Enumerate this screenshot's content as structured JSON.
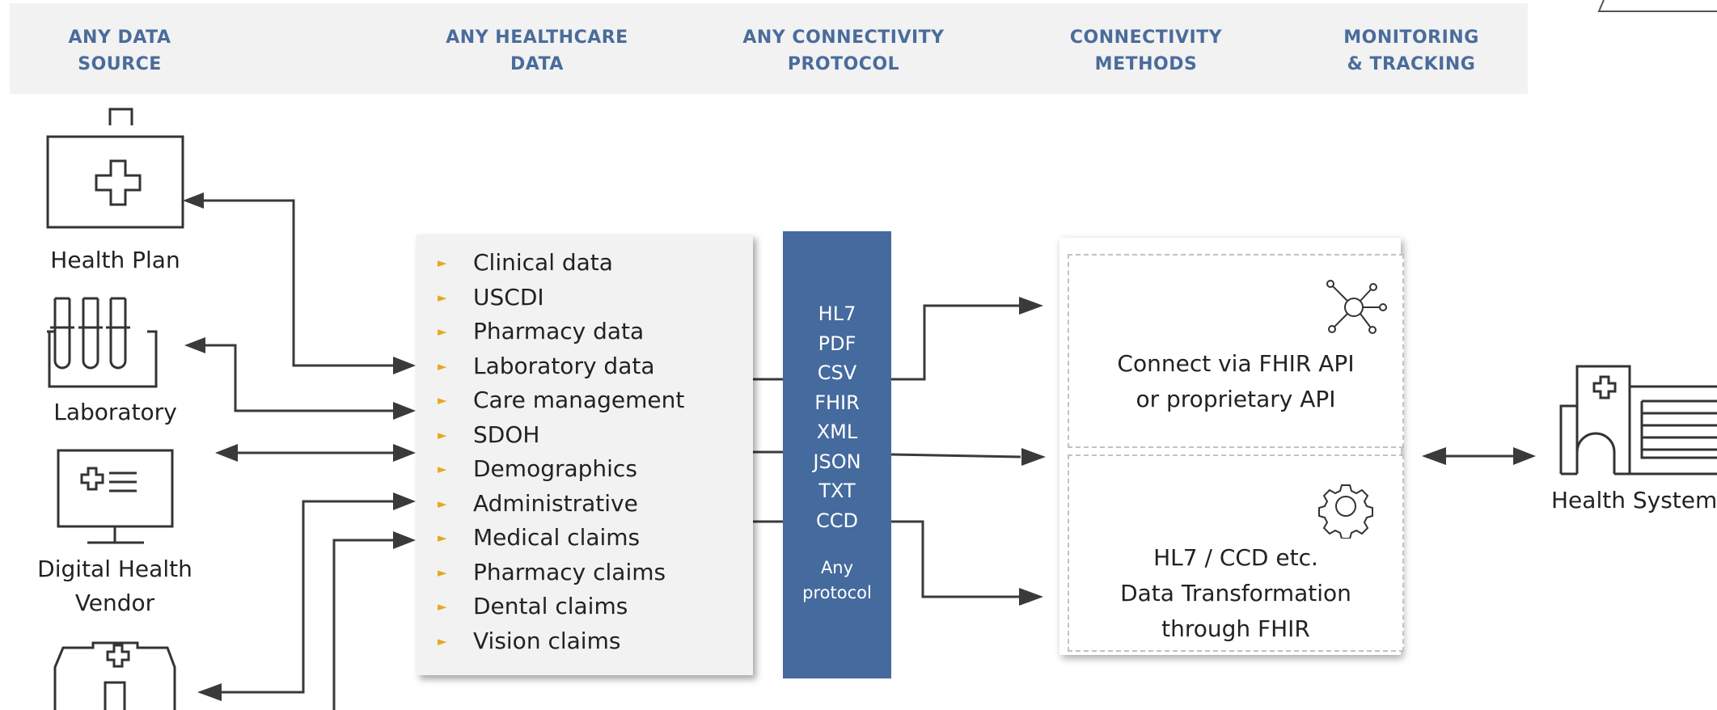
{
  "header": {
    "columns": [
      "ANY DATA\nSOURCE",
      "ANY HEALTHCARE\nDATA",
      "ANY CONNECTIVITY\nPROTOCOL",
      "CONNECTIVITY\nMETHODS",
      "MONITORING\n& TRACKING"
    ]
  },
  "sources": {
    "health_plan": "Health Plan",
    "laboratory": "Laboratory",
    "digital_health_vendor": "Digital Health\nVendor"
  },
  "healthcare_data": [
    "Clinical data",
    "USCDI",
    "Pharmacy data",
    "Laboratory data",
    "Care management",
    "SDOH",
    "Demographics",
    "Administrative",
    "Medical claims",
    "Pharmacy claims",
    "Dental claims",
    "Vision claims"
  ],
  "bullet_glyph": "►",
  "protocols": [
    "HL7",
    "PDF",
    "CSV",
    "FHIR",
    "XML",
    "JSON",
    "TXT",
    "CCD"
  ],
  "any_protocol": "Any\nprotocol",
  "methods": {
    "fhir_api": "Connect via FHIR API\nor proprietary API",
    "transformation": "HL7 / CCD etc.\nData Transformation\nthrough FHIR"
  },
  "destination": {
    "label": "Health System"
  },
  "colors": {
    "header_text": "#4a6c9b",
    "protocol_bar": "#446a9e",
    "bullet": "#e5a91f",
    "arrow": "#3a3a3a",
    "icon_stroke": "#333333"
  }
}
